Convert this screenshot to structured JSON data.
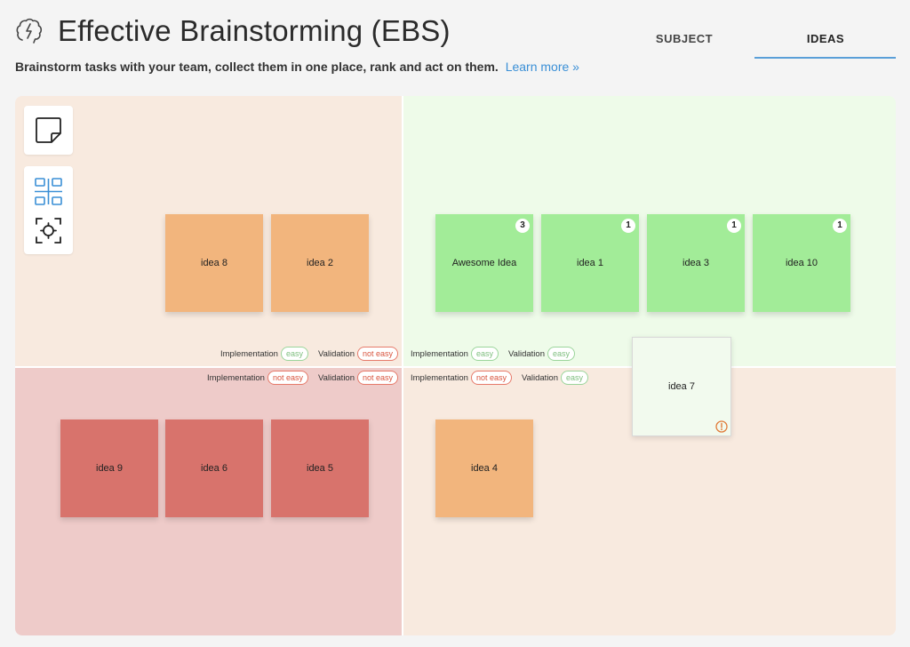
{
  "header": {
    "title": "Effective Brainstorming (EBS)",
    "subtitle": "Brainstorm tasks with your team, collect them in one place, rank and act on them.",
    "learn_more": "Learn more »"
  },
  "tabs": [
    {
      "label": "SUBJECT",
      "active": false
    },
    {
      "label": "IDEAS",
      "active": true
    }
  ],
  "colors": {
    "accent": "#5a9fd8",
    "note_orange": "#f2b57d",
    "note_green": "#a2ec98",
    "note_red": "#d8736c",
    "easy": "#7fbf7f",
    "not_easy": "#d9553f"
  },
  "toolbox": {
    "icons": [
      "sticky-note-icon",
      "grid-layout-icon",
      "focus-target-icon"
    ]
  },
  "quadrants": {
    "top_left": {
      "implementation_label": "Implementation",
      "implementation_value": "easy",
      "validation_label": "Validation",
      "validation_value": "not easy"
    },
    "top_right": {
      "implementation_label": "Implementation",
      "implementation_value": "easy",
      "validation_label": "Validation",
      "validation_value": "easy"
    },
    "bottom_left": {
      "implementation_label": "Implementation",
      "implementation_value": "not easy",
      "validation_label": "Validation",
      "validation_value": "not easy"
    },
    "bottom_right": {
      "implementation_label": "Implementation",
      "implementation_value": "not easy",
      "validation_label": "Validation",
      "validation_value": "easy"
    }
  },
  "notes": [
    {
      "text": "idea 8"
    },
    {
      "text": "idea 2"
    },
    {
      "text": "Awesome Idea",
      "votes": "3"
    },
    {
      "text": "idea 1",
      "votes": "1"
    },
    {
      "text": "idea 3",
      "votes": "1"
    },
    {
      "text": "idea 10",
      "votes": "1"
    },
    {
      "text": "idea 7",
      "status": "warning-icon"
    },
    {
      "text": "idea 9"
    },
    {
      "text": "idea 6"
    },
    {
      "text": "idea 5"
    },
    {
      "text": "idea 4"
    }
  ]
}
